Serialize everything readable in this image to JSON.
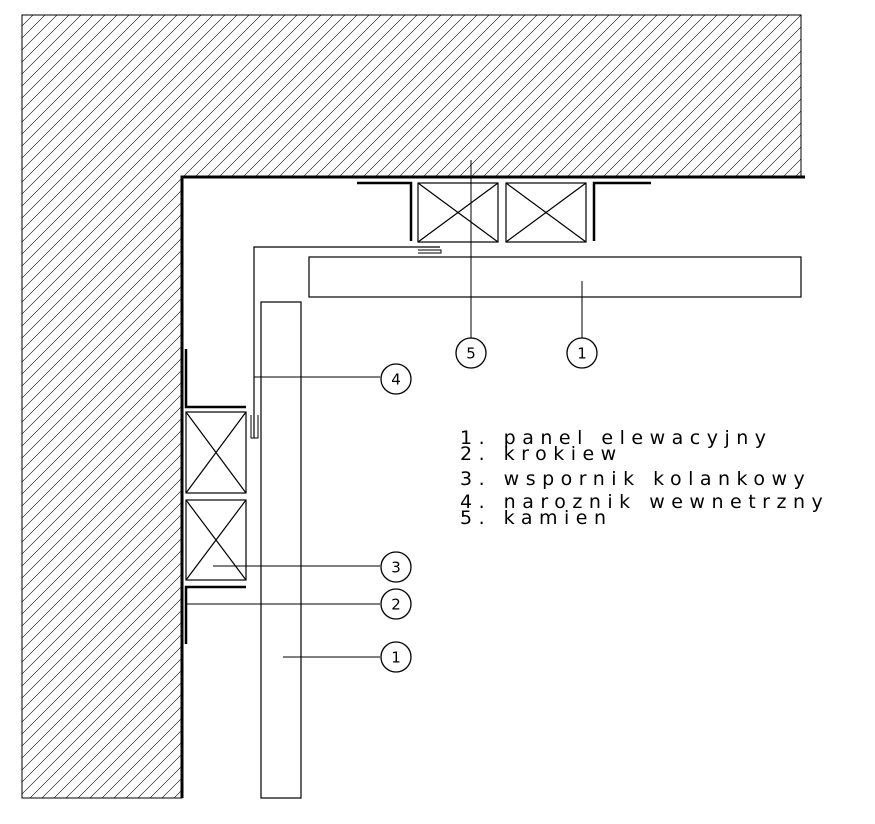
{
  "callouts": {
    "panel_top": "1",
    "stone_top": "5",
    "corner": "4",
    "bracket": "3",
    "rafter": "2",
    "panel_left": "1"
  },
  "legend": [
    "1. panel elewacyjny",
    "2. krokiew",
    "3. wspornik kolankowy",
    "4. naroznik wewnetrzny",
    "5. kamien"
  ],
  "colors": {
    "line": "#000000",
    "hatch": "#000000",
    "background": "#ffffff"
  }
}
